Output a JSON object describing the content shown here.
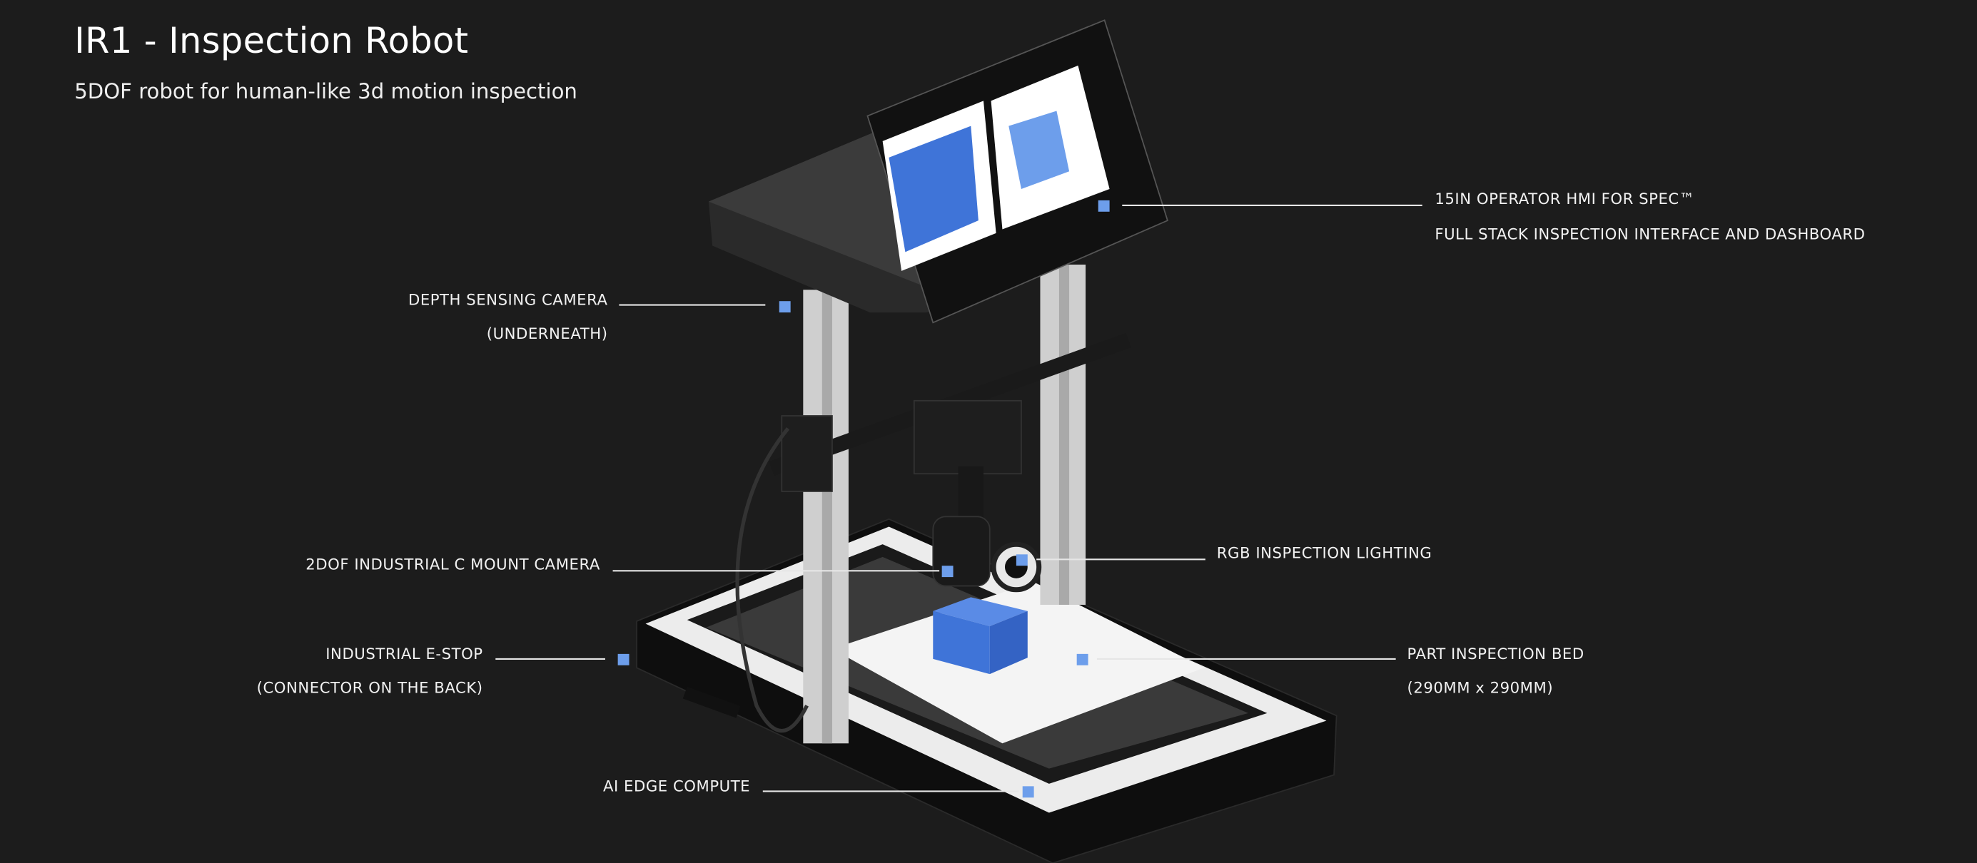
{
  "header": {
    "title": "IR1 - Inspection Robot",
    "subtitle": "5DOF robot for human-like 3d motion inspection"
  },
  "callouts": [
    {
      "id": "hmi",
      "line1": "15IN OPERATOR HMI FOR SPEC™",
      "line2": "FULL STACK INSPECTION INTERFACE AND DASHBOARD"
    },
    {
      "id": "depth-camera",
      "line1": "DEPTH SENSING CAMERA",
      "line2": "(UNDERNEATH)"
    },
    {
      "id": "c-mount-camera",
      "line1": "2DOF INDUSTRIAL C MOUNT CAMERA"
    },
    {
      "id": "rgb-lighting",
      "line1": "RGB INSPECTION LIGHTING"
    },
    {
      "id": "e-stop",
      "line1": "INDUSTRIAL E-STOP",
      "line2": "(CONNECTOR ON THE BACK)"
    },
    {
      "id": "inspection-bed",
      "line1": "PART INSPECTION BED",
      "line2": "(290MM x 290MM)"
    },
    {
      "id": "edge-compute",
      "line1": "AI EDGE COMPUTE"
    }
  ],
  "colors": {
    "background": "#1c1c1c",
    "marker": "#6d9eeb",
    "part": "#3f74d8"
  }
}
